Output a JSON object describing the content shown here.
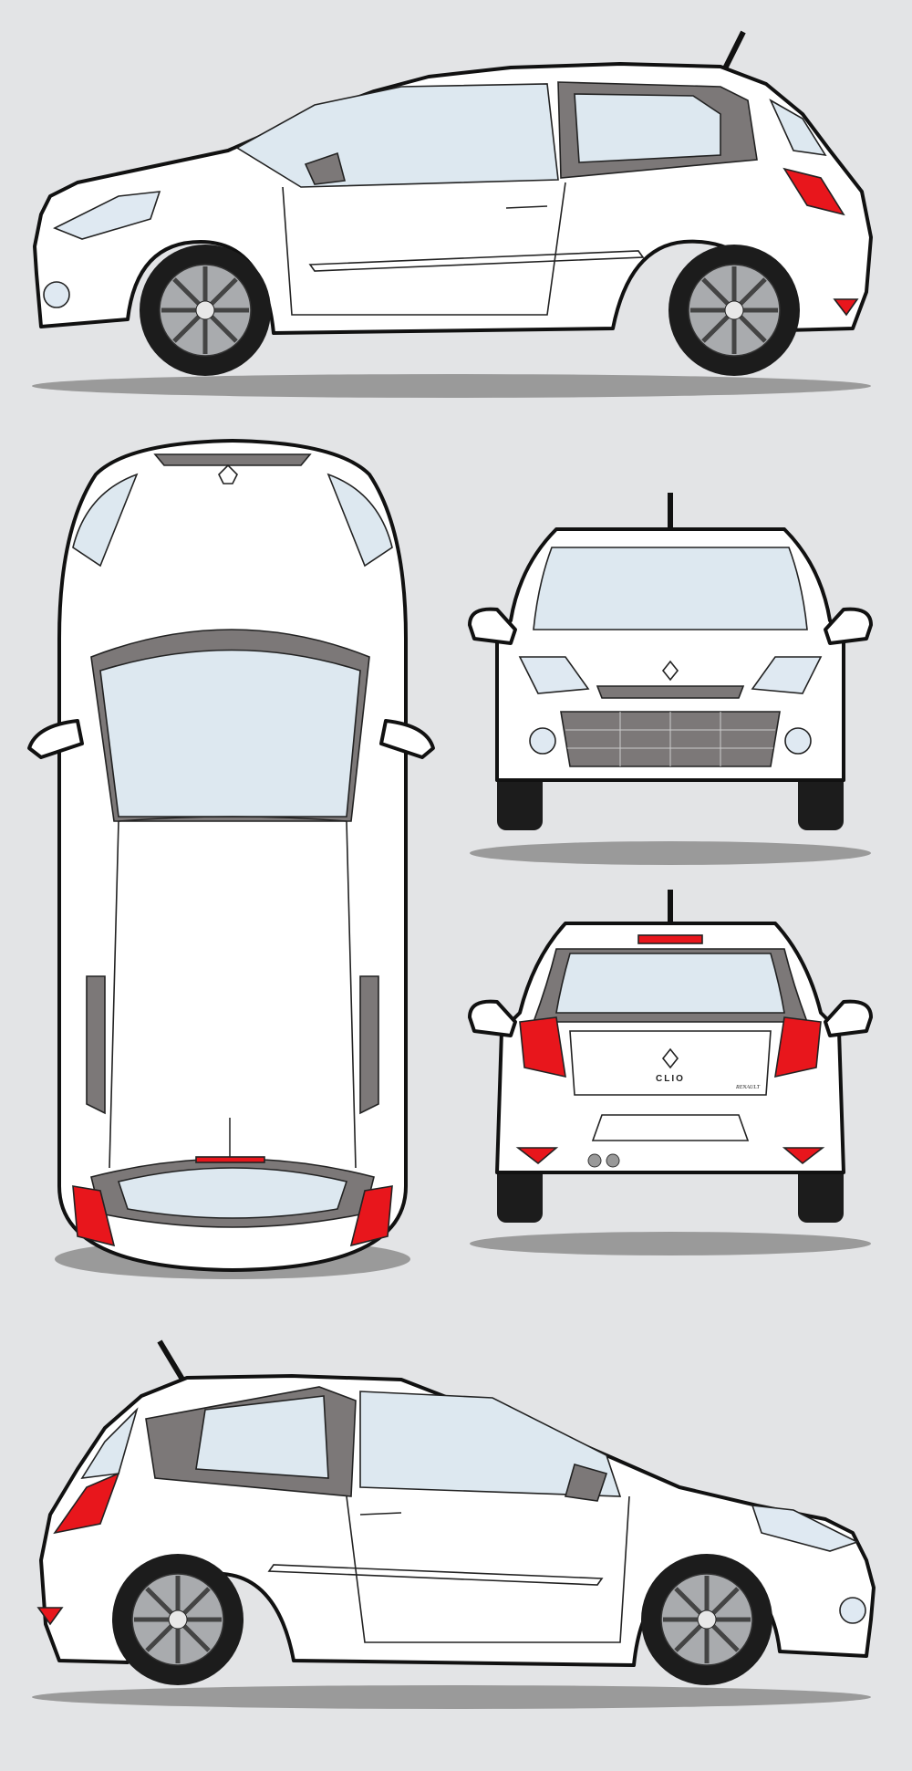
{
  "colors": {
    "background": "#e3e4e6",
    "body": "#ffffff",
    "glass": "#dde8f0",
    "trim": "#7c7878",
    "lamp_red": "#e8161c",
    "tyre": "#1c1c1c",
    "shadow": "#9a9a9a"
  },
  "views": [
    "side-left",
    "top",
    "front",
    "rear",
    "side-right"
  ],
  "badges": {
    "model": "CLIO",
    "brand_script": "RENAULT"
  }
}
